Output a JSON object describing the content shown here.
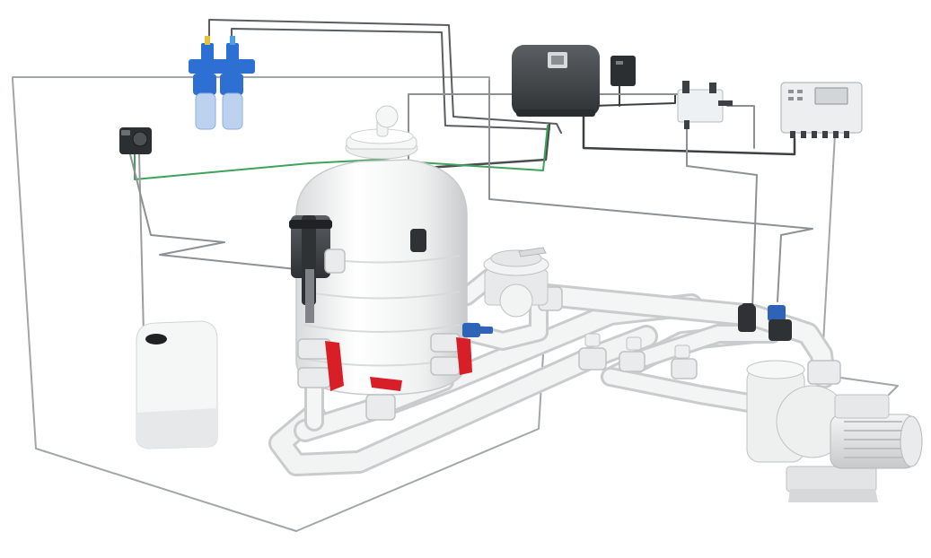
{
  "scene": {
    "background": "#ffffff",
    "colors": {
      "pipe_white": "#f1f2f2",
      "pipe_shade": "#c9cbcd",
      "cable_grey": "#8d9195",
      "cable_dark": "#3d4043",
      "cable_green": "#3ea35a",
      "valve_red": "#d81e26",
      "valve_blue": "#2f63b8",
      "filter_blue": "#2d6fd2",
      "controller_dark": "#4a4e52",
      "panel_light": "#eceeef"
    },
    "components": [
      {
        "id": "sand-filter",
        "icon": "filter-tank-icon"
      },
      {
        "id": "multiport-valve",
        "icon": "multiport-valve-icon"
      },
      {
        "id": "circulation-pump",
        "icon": "pump-icon"
      },
      {
        "id": "dosing-controller",
        "icon": "controller-icon"
      },
      {
        "id": "control-panel",
        "icon": "control-panel-icon"
      },
      {
        "id": "dosing-pump",
        "icon": "dosing-pump-icon"
      },
      {
        "id": "chemical-tank",
        "icon": "chemical-tank-icon"
      },
      {
        "id": "cartridge-filters",
        "icon": "cartridge-filter-icon"
      },
      {
        "id": "probe-holder",
        "icon": "probe-holder-icon"
      },
      {
        "id": "power-adapter",
        "icon": "power-adapter-icon"
      },
      {
        "id": "uv-lamp-probe",
        "icon": "probe-icon"
      }
    ]
  }
}
